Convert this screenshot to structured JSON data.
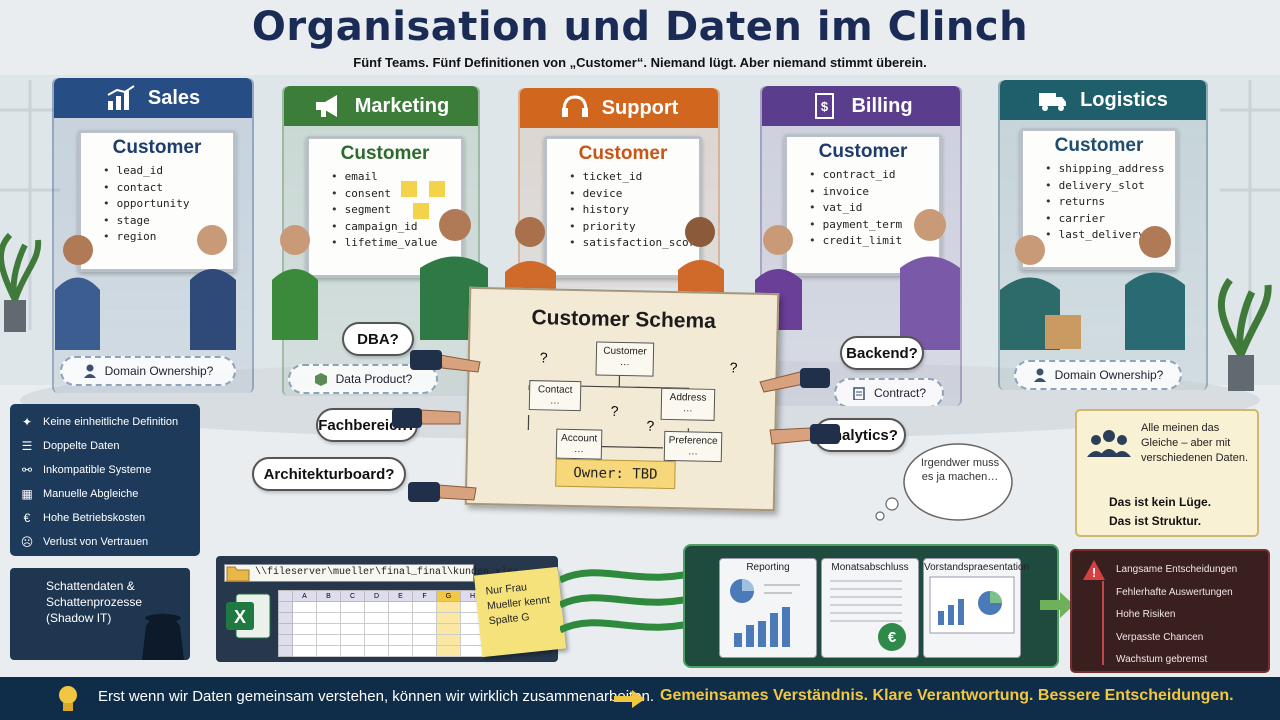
{
  "title": "Organisation und Daten im Clinch",
  "subtitle": "Fünf Teams. Fünf Definitionen von „Customer“. Niemand lügt. Aber niemand stimmt überein.",
  "teams": [
    {
      "name": "Sales",
      "color": "#264d84",
      "board_title": "Customer",
      "board_title_color": "#1f3c6e",
      "fields": [
        "lead_id",
        "contact",
        "opportunity",
        "stage",
        "region"
      ],
      "pill": "Domain Ownership?",
      "pill_icon": "person-icon"
    },
    {
      "name": "Marketing",
      "color": "#3d7d3a",
      "board_title": "Customer",
      "board_title_color": "#2e6a2e",
      "fields": [
        "email",
        "consent",
        "segment",
        "campaign_id",
        "lifetime_value"
      ],
      "pill": "Data Product?",
      "pill_icon": "cube-icon"
    },
    {
      "name": "Support",
      "color": "#d1671f",
      "board_title": "Customer",
      "board_title_color": "#c85518",
      "fields": [
        "ticket_id",
        "device",
        "history",
        "priority",
        "satisfaction_score"
      ],
      "pill": "",
      "pill_icon": ""
    },
    {
      "name": "Billing",
      "color": "#5b3d8d",
      "board_title": "Customer",
      "board_title_color": "#1f3c6e",
      "fields": [
        "contract_id",
        "invoice",
        "vat_id",
        "payment_term",
        "credit_limit"
      ],
      "pill": "Contract?",
      "pill_icon": "clipboard-icon"
    },
    {
      "name": "Logistics",
      "color": "#1f5e6b",
      "board_title": "Customer",
      "board_title_color": "#1f4d6e",
      "fields": [
        "shipping_address",
        "delivery_slot",
        "returns",
        "carrier",
        "last_delivery"
      ],
      "pill": "Domain Ownership?",
      "pill_icon": "person-icon"
    }
  ],
  "questions": {
    "dba": "DBA?",
    "fachbereich": "Fachbereich?",
    "architekturboard": "Architekturboard?",
    "backend": "Backend?",
    "analytics": "Analytics?"
  },
  "thought": "Irgendwer muss es ja machen…",
  "schema": {
    "title": "Customer Schema",
    "nodes": {
      "customer": "Customer",
      "contact": "Contact",
      "address": "Address",
      "account": "Account",
      "preference": "Preference",
      "ellipsis": "…"
    },
    "question_mark": "?",
    "owner": "Owner: TBD"
  },
  "issues": [
    {
      "icon": "puzzle-icon",
      "glyph": "✦",
      "label": "Keine einheitliche Definition"
    },
    {
      "icon": "database-icon",
      "glyph": "☰",
      "label": "Doppelte Daten"
    },
    {
      "icon": "link-icon",
      "glyph": "⚯",
      "label": "Inkompatible Systeme"
    },
    {
      "icon": "spreadsheet-icon",
      "glyph": "▦",
      "label": "Manuelle Abgleiche"
    },
    {
      "icon": "euro-icon",
      "glyph": "€",
      "label": "Hohe Betriebskosten"
    },
    {
      "icon": "sad-face-icon",
      "glyph": "☹",
      "label": "Verlust von Vertrauen"
    }
  ],
  "shadow_it": "Schattendaten & Schattenprozesse (Shadow IT)",
  "file_path": "\\\\fileserver\\mueller\\final_final\\kunden.xlsx",
  "spreadsheet": {
    "columns": [
      "A",
      "B",
      "C",
      "D",
      "E",
      "F",
      "G",
      "H"
    ],
    "rows": [
      [
        "",
        "",
        "",
        "",
        "",
        "",
        "",
        ""
      ],
      [
        "",
        "",
        "",
        "",
        "",
        "",
        "",
        ""
      ],
      [
        "",
        "",
        "",
        "",
        "",
        "",
        "",
        ""
      ],
      [
        "",
        "",
        "",
        "",
        "",
        "",
        "",
        ""
      ],
      [
        "",
        "",
        "",
        "",
        "",
        "",
        "",
        ""
      ]
    ]
  },
  "sticky_note": "Nur Frau Mueller kennt Spalte G",
  "reports": [
    {
      "title": "Reporting"
    },
    {
      "title": "Monatsabschluss"
    },
    {
      "title": "Vorstandspraesentation"
    }
  ],
  "consequences": [
    "Langsame Entscheidungen",
    "Fehlerhafte Auswertungen",
    "Hohe Risiken",
    "Verpasste Chancen",
    "Wachstum gebremst"
  ],
  "note": {
    "text": "Alle meinen das Gleiche – aber mit verschiedenen Daten.",
    "bold1": "Das ist kein Lüge.",
    "bold2": "Das ist Struktur."
  },
  "footer": {
    "left": "Erst wenn wir Daten gemeinsam verstehen, können wir wirklich zusammenarbeiten.",
    "right": "Gemeinsames Verständnis. Klare Verantwortung. Bessere Entscheidungen."
  }
}
